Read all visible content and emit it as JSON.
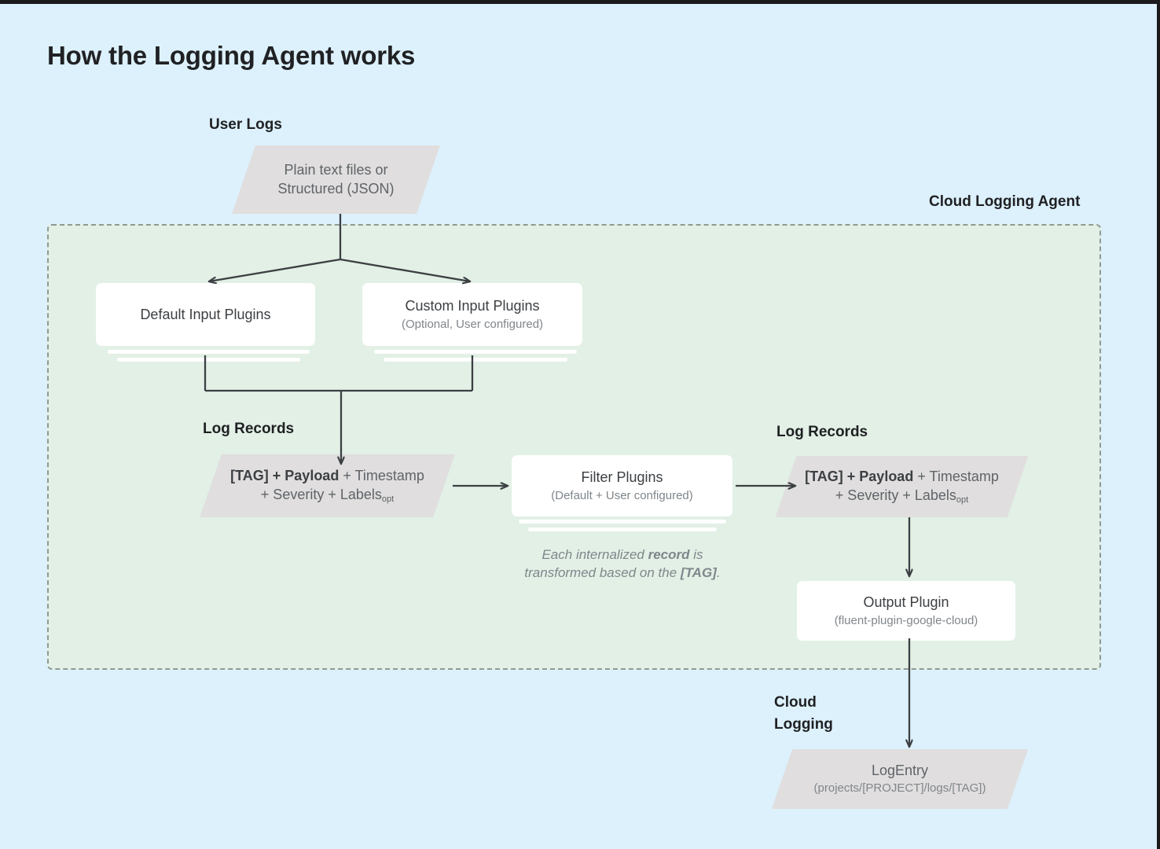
{
  "page": {
    "title": "How the Logging Agent works",
    "background_color": "#ddf1fc",
    "agent_panel_color": "#e2f0e6",
    "node_gray": "#e0dede",
    "card_white": "#ffffff",
    "line_color": "#3c4043"
  },
  "labels": {
    "user_logs": "User Logs",
    "cloud_logging_agent": "Cloud Logging Agent",
    "log_records_left": "Log Records",
    "log_records_right": "Log Records",
    "cloud_logging": "Cloud\nLogging"
  },
  "nodes": {
    "user_logs_source": {
      "shape": "parallelogram",
      "line1": "Plain text files or",
      "line2": "Structured (JSON)"
    },
    "default_input_plugins": {
      "shape": "stacked-card",
      "title": "Default Input Plugins",
      "subtitle": ""
    },
    "custom_input_plugins": {
      "shape": "stacked-card",
      "title": "Custom Input Plugins",
      "subtitle": "(Optional, User configured)"
    },
    "log_record_left": {
      "shape": "parallelogram",
      "line1_bold": "[TAG] + Payload",
      "line1_rest": " + Timestamp",
      "line2_rest": "+ Severity + Labels",
      "line2_sub": "opt"
    },
    "filter_plugins": {
      "shape": "stacked-card",
      "title": "Filter Plugins",
      "subtitle": "(Default + User configured)"
    },
    "log_record_right": {
      "shape": "parallelogram",
      "line1_bold": "[TAG] + Payload",
      "line1_rest": " + Timestamp",
      "line2_rest": "+ Severity + Labels",
      "line2_sub": "opt"
    },
    "output_plugin": {
      "shape": "card",
      "title": "Output Plugin",
      "subtitle": "(fluent-plugin-google-cloud)"
    },
    "log_entry": {
      "shape": "parallelogram",
      "line1": "LogEntry",
      "line2": "(projects/[PROJECT]/logs/[TAG])"
    }
  },
  "annotations": {
    "transform_note_line1_a": "Each internalized ",
    "transform_note_line1_b": "record",
    "transform_note_line1_c": " is",
    "transform_note_line2_a": "transformed based on the ",
    "transform_note_line2_b": "[TAG]",
    "transform_note_line2_c": "."
  }
}
